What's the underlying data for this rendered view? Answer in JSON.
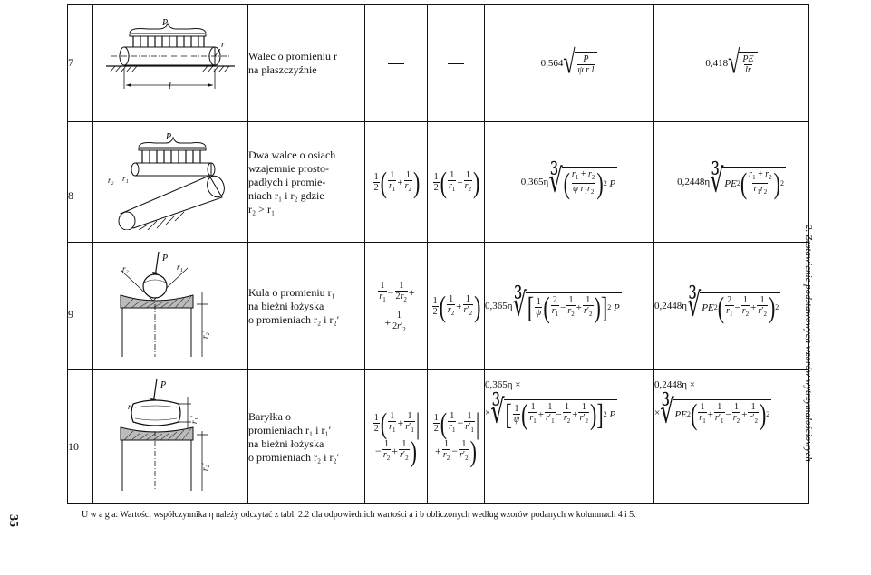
{
  "rows": [
    {
      "num": "7",
      "desc": [
        "Walec o promieniu r",
        "na płaszczyźnie"
      ],
      "c4": "—",
      "c5": "—",
      "formA": "0,564",
      "formB": "0,418"
    },
    {
      "num": "8",
      "desc": [
        "Dwa walce o osiach",
        "wzajemnie prosto-",
        "padłych i promie-",
        "niach r₁ i r₂ gdzie",
        "r₂ > r₁"
      ],
      "formA": "0,365η",
      "formB": "0,2448η"
    },
    {
      "num": "9",
      "desc": [
        "Kula o promieniu r₁",
        "na bieżni łożyska",
        "o promieniach r₂ i r₂′"
      ],
      "formA": "0,365η",
      "formB": "0,2448η"
    },
    {
      "num": "10",
      "desc": [
        "Baryłka o",
        "promieniach r₁ i r₁′",
        "na bieżni łożyska",
        "o promieniach r₂ i r₂′"
      ],
      "formA": "0,365η ×",
      "formB": "0,2448η ×"
    }
  ],
  "figure_labels": {
    "load": "P",
    "length": "l",
    "radius": "r",
    "r1": "r₁",
    "r2": "r₂"
  },
  "footnote": "U w a g a: Wartości współczynnika η należy odczytać z tabl. 2.2 dla odpowiednich wartości a i b obliczonych według wzorów podanych w kolumnach 4 i 5.",
  "page_number": "35",
  "side_heading": "2. Zestawienie podstawowych wzorów wytrzymałościowych"
}
